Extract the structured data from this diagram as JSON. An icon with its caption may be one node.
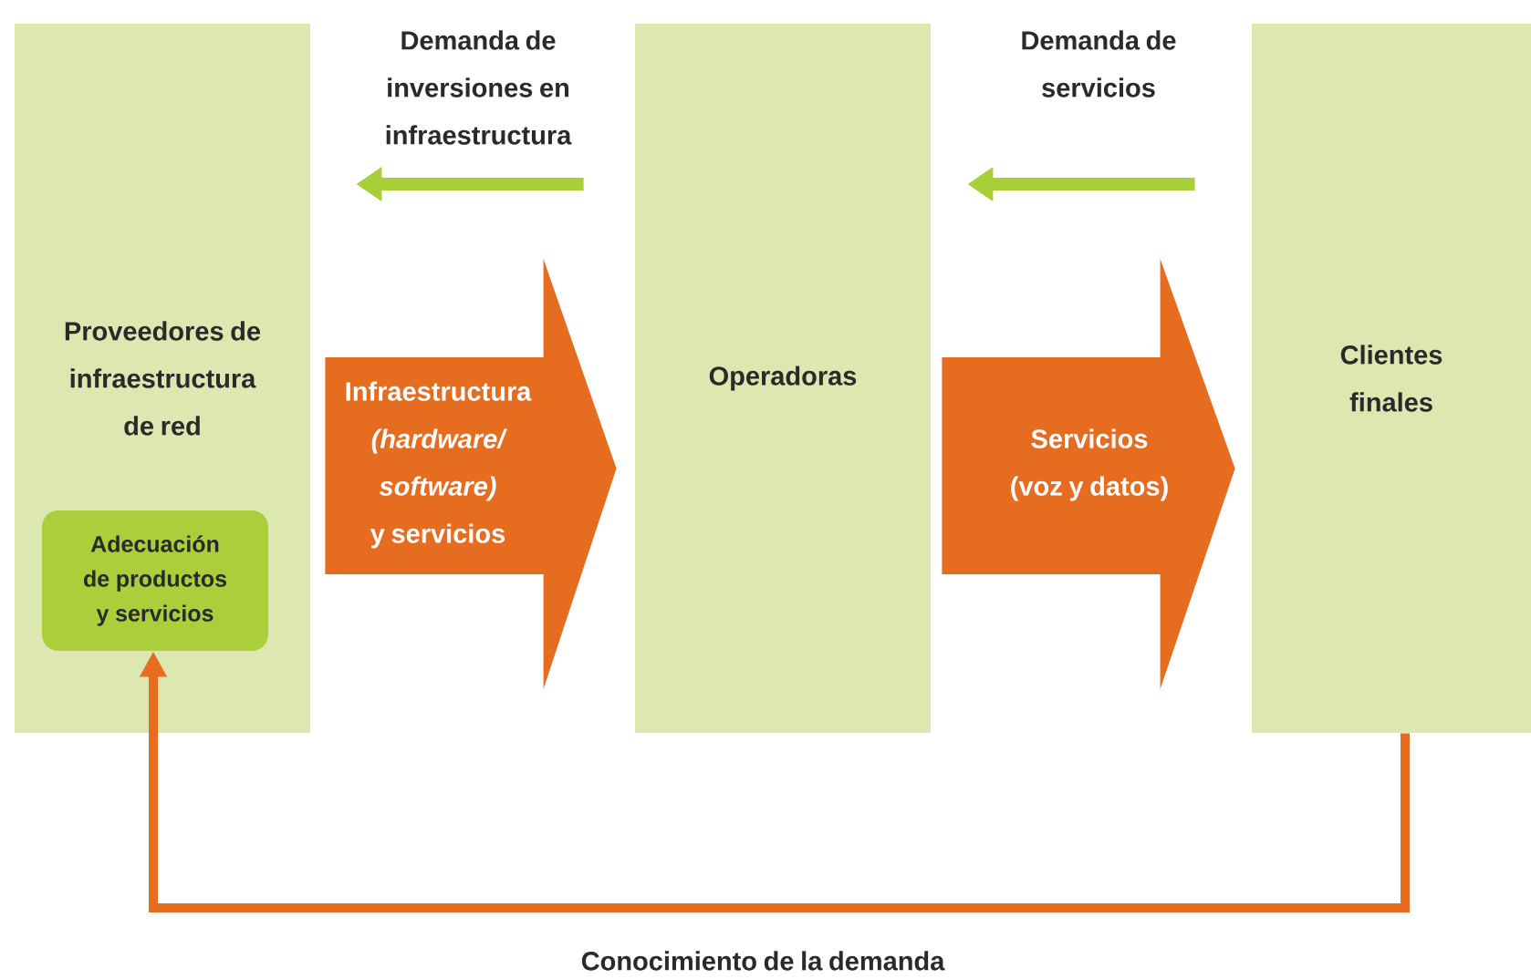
{
  "diagram": {
    "nodes": [
      {
        "text": [
          "Proveedores de infraestructura de red"
        ]
      },
      {
        "text": [
          "Adecuación de productos y servicios"
        ],
        "in": 0
      },
      {
        "text": [
          "Operadoras"
        ]
      },
      {
        "text": [
          "Clientes finales"
        ]
      }
    ],
    "edges": [
      {
        "from": 2,
        "to": 0,
        "arrow": "to",
        "label": "Demanda de inversiones en infraestructura",
        "color": "#a8cf38"
      },
      {
        "from": 3,
        "to": 2,
        "arrow": "to",
        "label": "Demanda de servicios",
        "color": "#a8cf38"
      },
      {
        "from": 0,
        "to": 2,
        "arrow": "to",
        "label": "Infraestructura *(hardware/ software)* y servicios",
        "style": "thick"
      },
      {
        "from": 2,
        "to": 3,
        "arrow": "to",
        "label": "Servicios (voz y datos)",
        "style": "thick"
      },
      {
        "from": 3,
        "to": 1,
        "arrow": "to",
        "label": "Conocimiento de la demanda",
        "color": "#e66c20"
      }
    ]
  }
}
